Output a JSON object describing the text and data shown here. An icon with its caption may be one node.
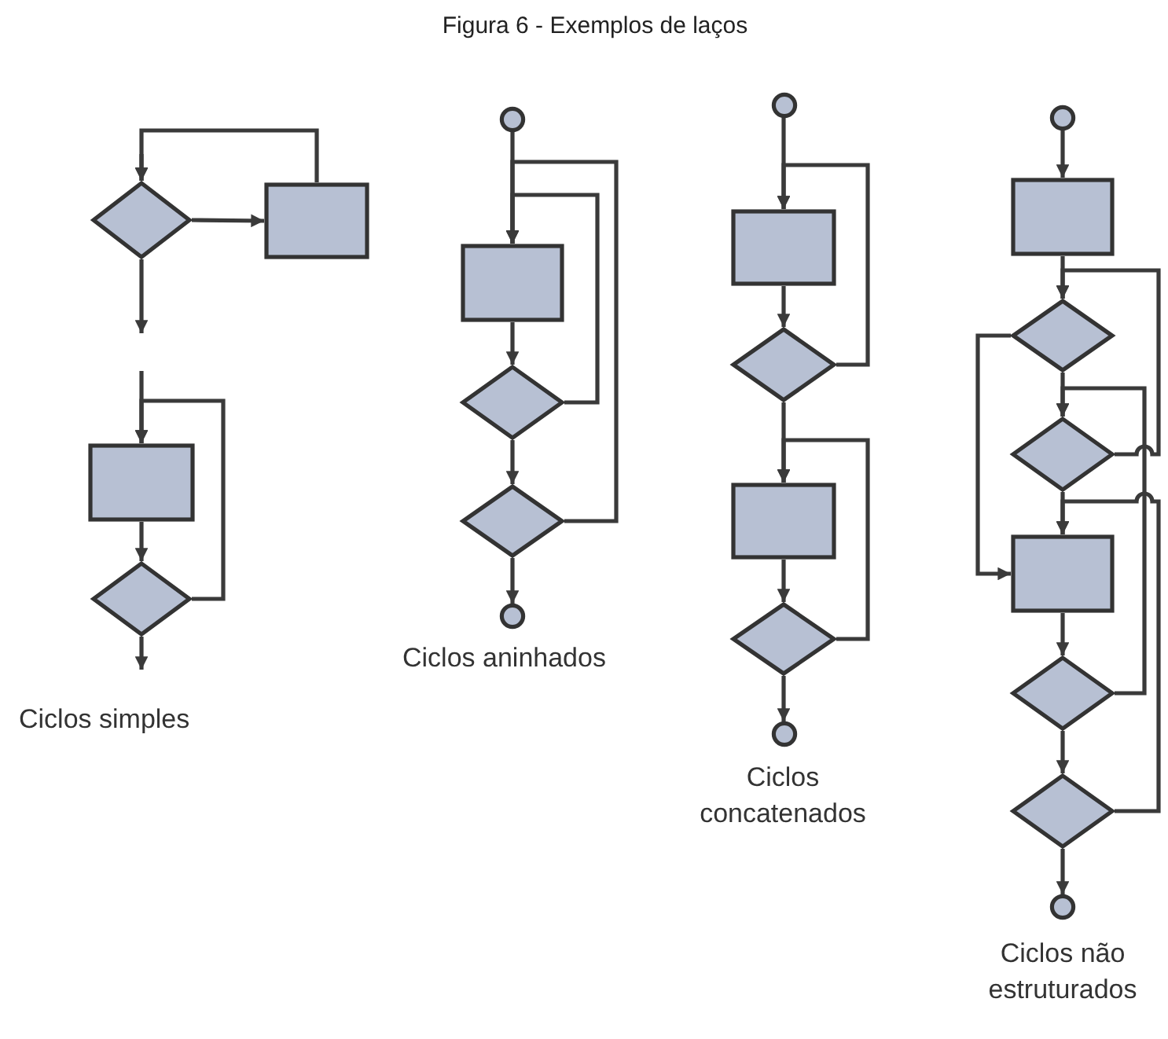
{
  "diagram": {
    "title": "Figura 6 - Exemplos de laços",
    "nodes": [
      {
        "text": [],
        "shape": "diamond"
      },
      {
        "text": [],
        "shape": "box"
      },
      {
        "text": [],
        "shape": "box"
      },
      {
        "text": [],
        "shape": "diamond"
      },
      {
        "text": [],
        "shape": "circle"
      },
      {
        "text": [],
        "shape": "box"
      },
      {
        "text": [],
        "shape": "diamond"
      },
      {
        "text": [],
        "shape": "diamond"
      },
      {
        "text": [],
        "shape": "circle"
      },
      {
        "text": [],
        "shape": "circle"
      },
      {
        "text": [],
        "shape": "box"
      },
      {
        "text": [],
        "shape": "diamond"
      },
      {
        "text": [],
        "shape": "box"
      },
      {
        "text": [],
        "shape": "diamond"
      },
      {
        "text": [],
        "shape": "circle"
      },
      {
        "text": [],
        "shape": "circle"
      },
      {
        "text": [],
        "shape": "box"
      },
      {
        "text": [],
        "shape": "diamond"
      },
      {
        "text": [],
        "shape": "diamond"
      },
      {
        "text": [],
        "shape": "box"
      },
      {
        "text": [],
        "shape": "diamond"
      },
      {
        "text": [],
        "shape": "diamond"
      },
      {
        "text": [],
        "shape": "circle"
      }
    ],
    "edges": [
      {
        "from": null,
        "to": 0,
        "arrow": "to"
      },
      {
        "from": 0,
        "to": 1,
        "arrow": "to"
      },
      {
        "from": 1,
        "to": 0,
        "arrow": "to"
      },
      {
        "from": 0,
        "to": null,
        "arrow": "to"
      },
      {
        "from": null,
        "to": 2,
        "arrow": "to"
      },
      {
        "from": 2,
        "to": 3,
        "arrow": "to"
      },
      {
        "from": 3,
        "to": 2,
        "arrow": "to"
      },
      {
        "from": 3,
        "to": null,
        "arrow": "to"
      },
      {
        "from": 4,
        "to": 5,
        "arrow": "to"
      },
      {
        "from": 5,
        "to": 6,
        "arrow": "to"
      },
      {
        "from": 6,
        "to": 7,
        "arrow": "to"
      },
      {
        "from": 7,
        "to": 8,
        "arrow": "to"
      },
      {
        "from": 6,
        "to": 5,
        "arrow": "to"
      },
      {
        "from": 7,
        "to": 5,
        "arrow": "to"
      },
      {
        "from": 9,
        "to": 10,
        "arrow": "to"
      },
      {
        "from": 10,
        "to": 11,
        "arrow": "to"
      },
      {
        "from": 11,
        "to": 12,
        "arrow": "to"
      },
      {
        "from": 12,
        "to": 13,
        "arrow": "to"
      },
      {
        "from": 13,
        "to": 14,
        "arrow": "to"
      },
      {
        "from": 11,
        "to": 10,
        "arrow": "to"
      },
      {
        "from": 13,
        "to": 12,
        "arrow": "to"
      },
      {
        "from": 15,
        "to": 16,
        "arrow": "to"
      },
      {
        "from": 16,
        "to": 17,
        "arrow": "to"
      },
      {
        "from": 17,
        "to": 18,
        "arrow": "to"
      },
      {
        "from": 18,
        "to": 19,
        "arrow": "to"
      },
      {
        "from": 19,
        "to": 20,
        "arrow": "to"
      },
      {
        "from": 20,
        "to": 21,
        "arrow": "to"
      },
      {
        "from": 21,
        "to": 22,
        "arrow": "to"
      },
      {
        "from": 17,
        "to": 19,
        "arrow": "to"
      },
      {
        "from": 18,
        "to": 17,
        "arrow": "to"
      },
      {
        "from": 20,
        "to": 18,
        "arrow": "to"
      },
      {
        "from": 21,
        "to": 19,
        "arrow": "to"
      }
    ],
    "labels": [
      "Ciclos simples",
      "Ciclos aninhados",
      "Ciclos concatenados",
      "Ciclos não estruturados"
    ]
  }
}
